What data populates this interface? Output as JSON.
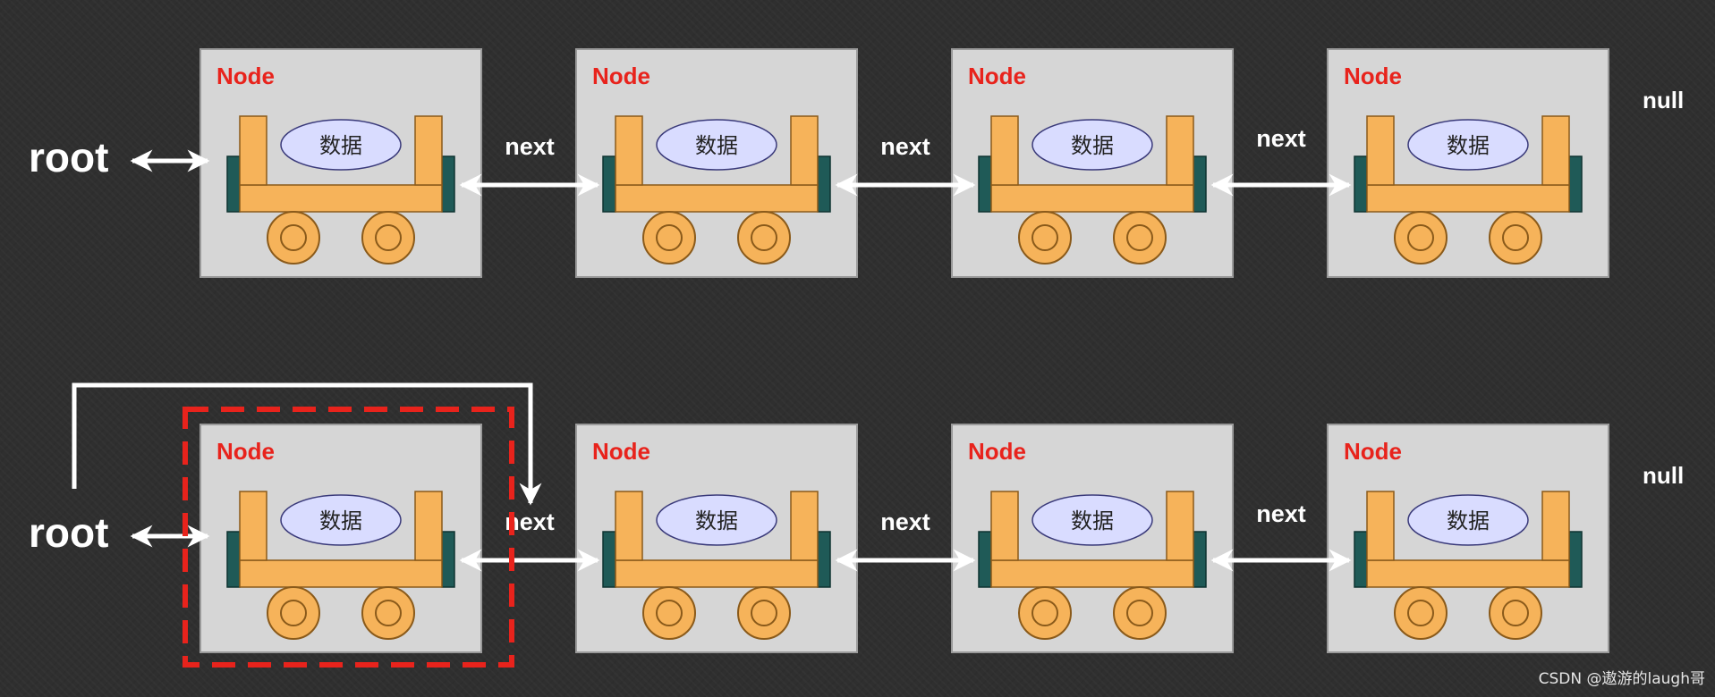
{
  "colors": {
    "background": "#2f2f2f",
    "node_box": "#d6d6d6",
    "node_title": "#e8231c",
    "cart_body": "#f6b35a",
    "cart_outline": "#8a5a1a",
    "cart_end": "#1f5a57",
    "data_ellipse": "#d9dcff",
    "arrow": "#ffffff",
    "highlight_dash": "#e8231c"
  },
  "icons": [
    "cart-icon",
    "wheel-icon",
    "double-arrow-icon",
    "dashed-highlight-box"
  ],
  "diagrams": [
    {
      "name": "linked-list-original",
      "root_label": "root",
      "null_label": "null",
      "nodes": [
        {
          "title": "Node",
          "data": "数据"
        },
        {
          "title": "Node",
          "data": "数据"
        },
        {
          "title": "Node",
          "data": "数据"
        },
        {
          "title": "Node",
          "data": "数据"
        }
      ],
      "links": [
        "next",
        "next",
        "next"
      ],
      "highlight_first": false,
      "root_redirect": false
    },
    {
      "name": "linked-list-remove-head",
      "root_label": "root",
      "null_label": "null",
      "nodes": [
        {
          "title": "Node",
          "data": "数据"
        },
        {
          "title": "Node",
          "data": "数据"
        },
        {
          "title": "Node",
          "data": "数据"
        },
        {
          "title": "Node",
          "data": "数据"
        }
      ],
      "links": [
        "next",
        "next",
        "next"
      ],
      "highlight_first": true,
      "root_redirect": true
    }
  ],
  "watermark": "CSDN @遨游的laugh哥"
}
